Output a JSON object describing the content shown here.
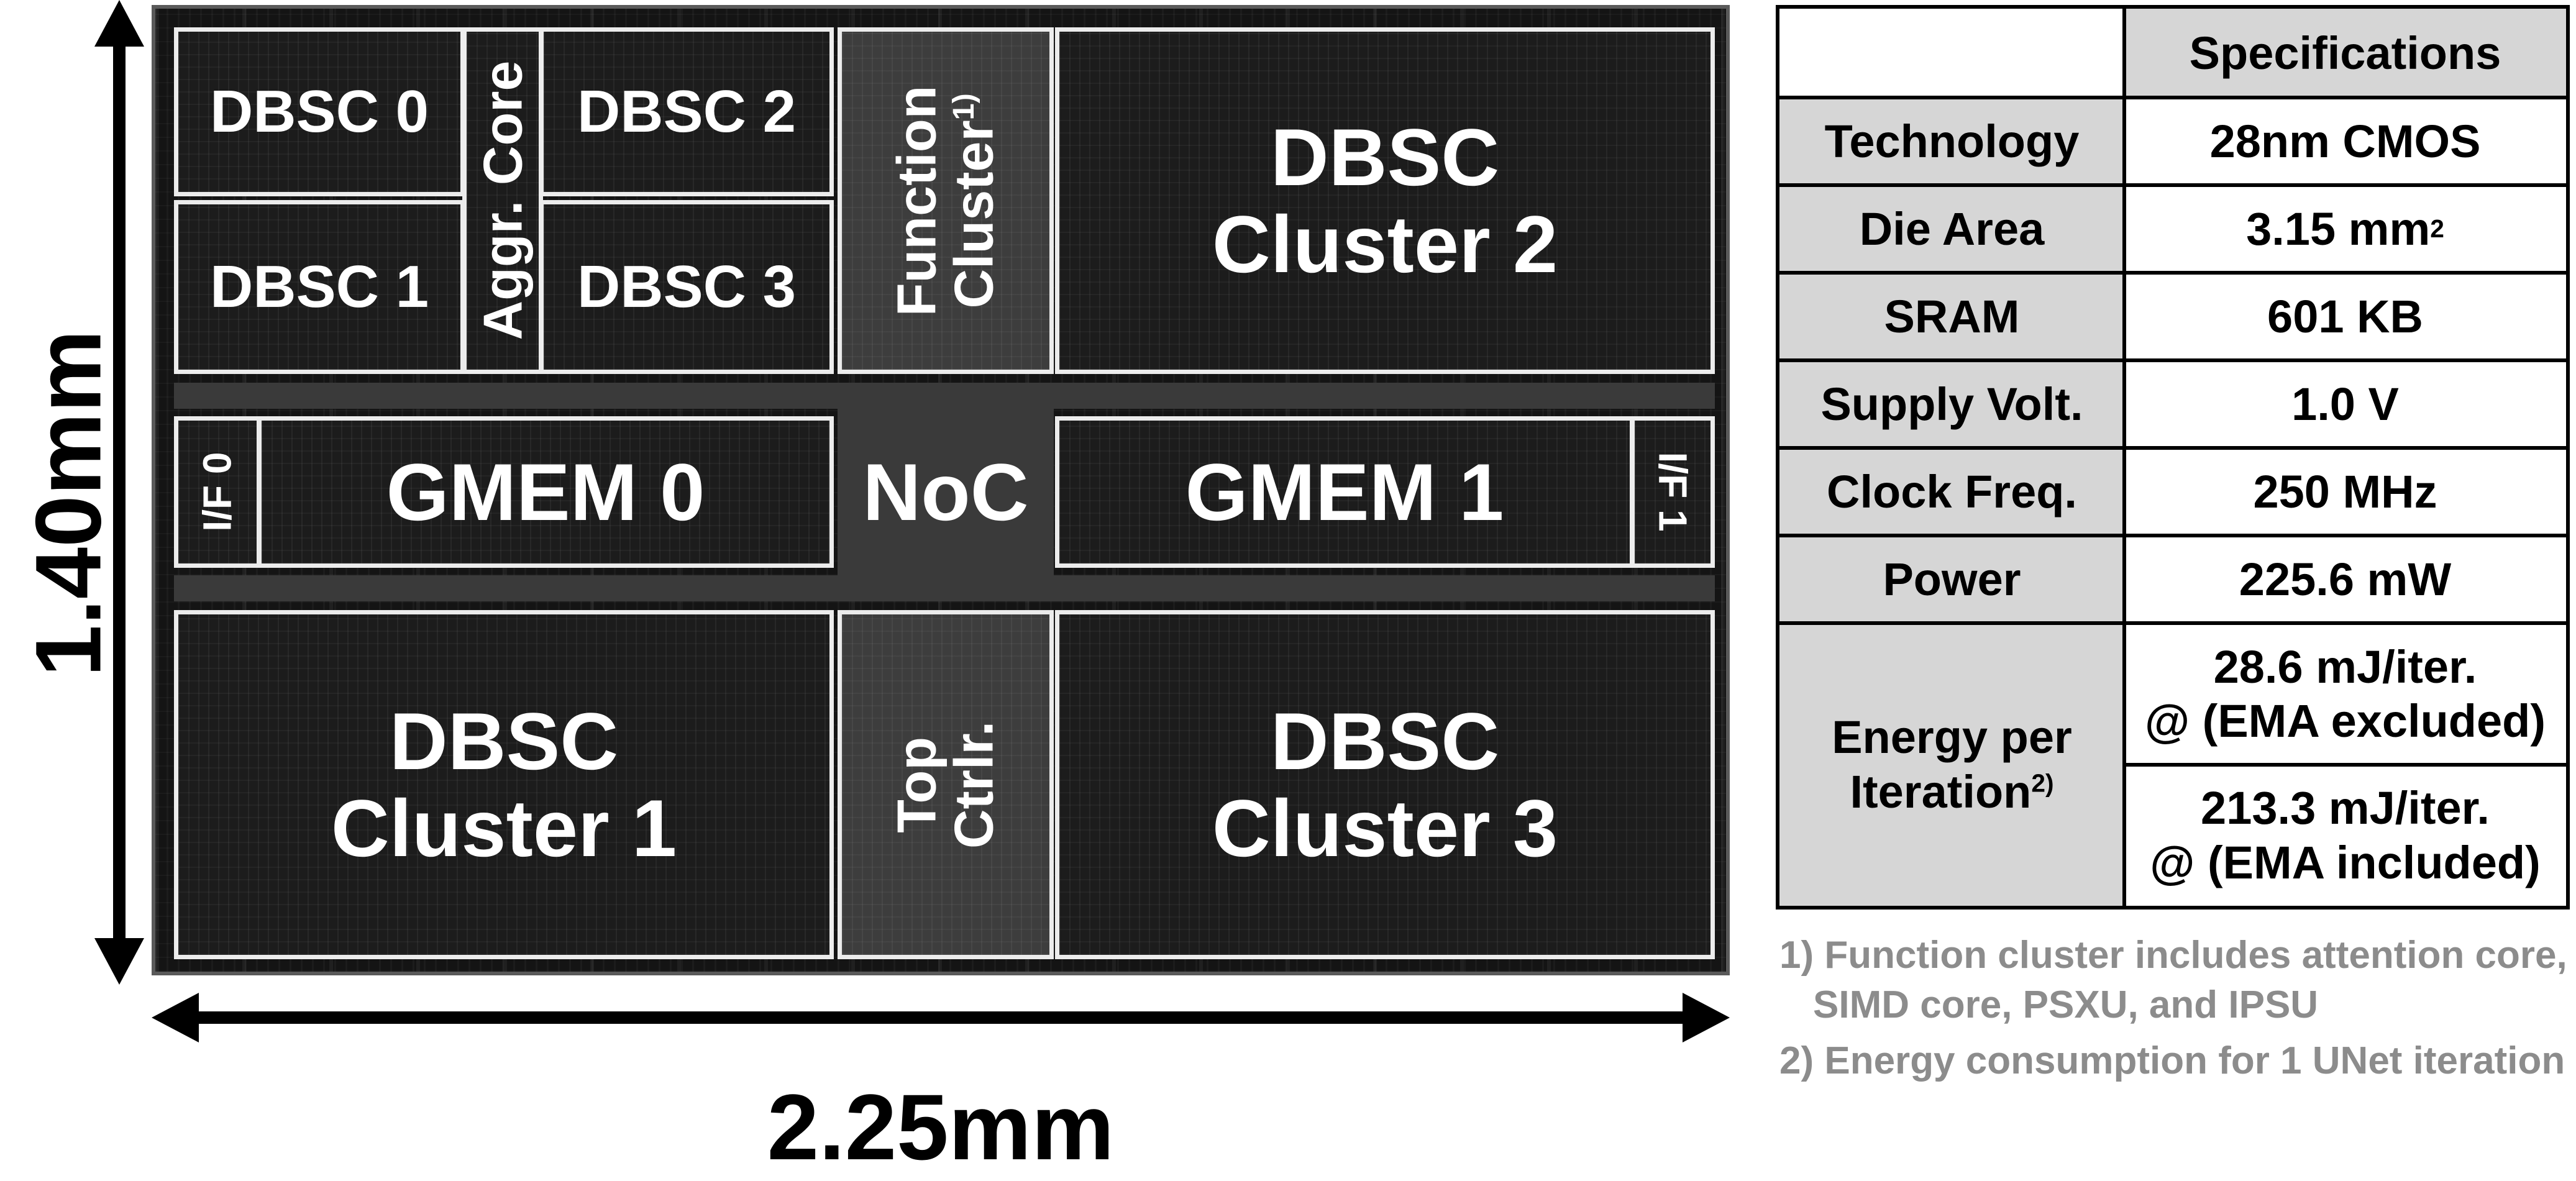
{
  "dimensions": {
    "height": "1.40mm",
    "width": "2.25mm"
  },
  "die_blocks": {
    "dbsc0": "DBSC 0",
    "dbsc1": "DBSC 1",
    "dbsc2": "DBSC 2",
    "dbsc3": "DBSC 3",
    "aggr_core": "Aggr. Core",
    "function_cluster": {
      "text": "Function",
      "line2": "Cluster",
      "footnote": "1)"
    },
    "cluster2": {
      "line1": "DBSC",
      "line2": "Cluster 2"
    },
    "if0": "I/F 0",
    "gmem0": "GMEM 0",
    "noc": "NoC",
    "gmem1": "GMEM 1",
    "if1": "I/F 1",
    "cluster1": {
      "line1": "DBSC",
      "line2": "Cluster 1"
    },
    "top_ctrl": {
      "line1": "Top",
      "line2": "Ctrlr."
    },
    "cluster3": {
      "line1": "DBSC",
      "line2": "Cluster 3"
    }
  },
  "spec_table": {
    "header": "Specifications",
    "rows": [
      {
        "param": "Technology",
        "value": "28nm CMOS"
      },
      {
        "param": "Die Area",
        "value": "3.15 mm",
        "value_sup": "2"
      },
      {
        "param": "SRAM",
        "value": "601 KB"
      },
      {
        "param": "Supply Volt.",
        "value": "1.0 V"
      },
      {
        "param": "Clock Freq.",
        "value": "250 MHz"
      },
      {
        "param": "Power",
        "value": "225.6 mW"
      }
    ],
    "energy": {
      "param_line1": "Energy per",
      "param_line2": "Iteration",
      "param_sup": "2)",
      "values": [
        {
          "line1": "28.6 mJ/iter.",
          "line2": "@ (EMA excluded)"
        },
        {
          "line1": "213.3 mJ/iter.",
          "line2": "@ (EMA included)"
        }
      ]
    }
  },
  "footnotes": {
    "note1_line1": "1) Function cluster includes attention core,",
    "note1_line2": "SIMD core, PSXU, and IPSU",
    "note2": "2) Energy consumption for 1 UNet iteration"
  }
}
